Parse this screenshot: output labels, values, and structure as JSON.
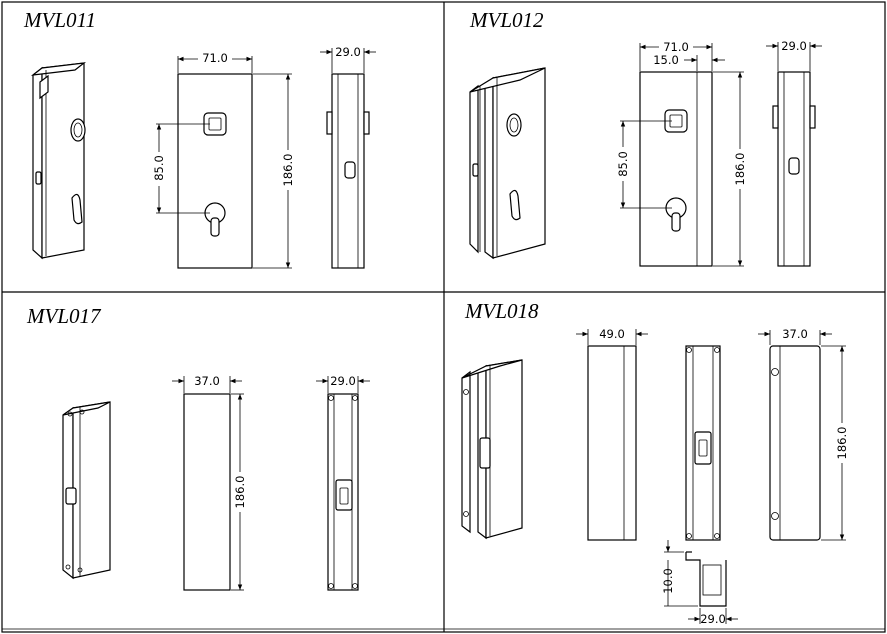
{
  "panels": [
    {
      "title": "MVL011",
      "dims": [
        "71.0",
        "29.0",
        "85.0",
        "186.0"
      ]
    },
    {
      "title": "MVL012",
      "dims": [
        "71.0",
        "15.0",
        "29.0",
        "85.0",
        "186.0"
      ]
    },
    {
      "title": "MVL017",
      "dims": [
        "37.0",
        "29.0",
        "186.0"
      ]
    },
    {
      "title": "MVL018",
      "dims": [
        "49.0",
        "37.0",
        "186.0",
        "10.0",
        "29.0"
      ]
    }
  ]
}
